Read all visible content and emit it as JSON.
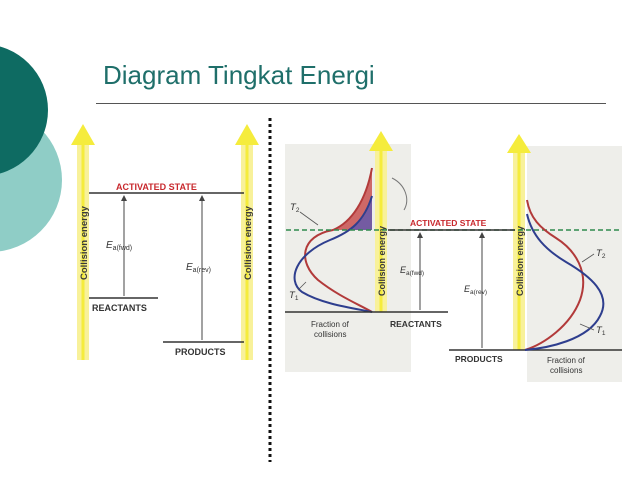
{
  "slide": {
    "title": "Diagram Tingkat Energi"
  },
  "left_diagram": {
    "axis_label": "Collision energy",
    "activated_state": "ACTIVATED STATE",
    "ea_fwd": "E",
    "ea_fwd_sub": "a(fwd)",
    "ea_rev": "E",
    "ea_rev_sub": "a(rev)",
    "reactants": "REACTANTS",
    "products": "PRODUCTS"
  },
  "right_diagram": {
    "axis_label": "Collision energy",
    "activated_state": "ACTIVATED STATE",
    "ea_fwd": "E",
    "ea_fwd_sub": "a(fwd)",
    "ea_rev": "E",
    "ea_rev_sub": "a(rev)",
    "reactants": "REACTANTS",
    "products": "PRODUCTS",
    "t1": "T",
    "t1_sub": "1",
    "t2": "T",
    "t2_sub": "2",
    "fraction_line1": "Fraction of",
    "fraction_line2": "collisions"
  },
  "colors": {
    "teal_dark": "#0e6b62",
    "teal_light": "#8fcdc6",
    "arrow_yellow": "#f5ec3c",
    "arrow_stem": "#f8f19a",
    "red_text": "#c8282d",
    "curve_blue": "#2e3e8e",
    "curve_red": "#b23a3a",
    "dash_green": "#2f8a4d"
  }
}
